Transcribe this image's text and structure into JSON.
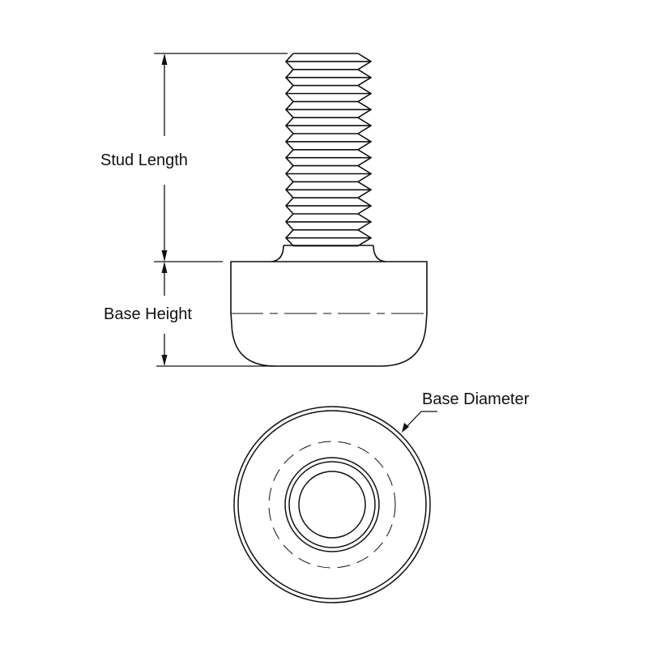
{
  "labels": {
    "stud_length": "Stud Length",
    "base_height": "Base Height",
    "base_diameter": "Base Diameter"
  },
  "colors": {
    "line": "#111111",
    "background": "#ffffff"
  }
}
